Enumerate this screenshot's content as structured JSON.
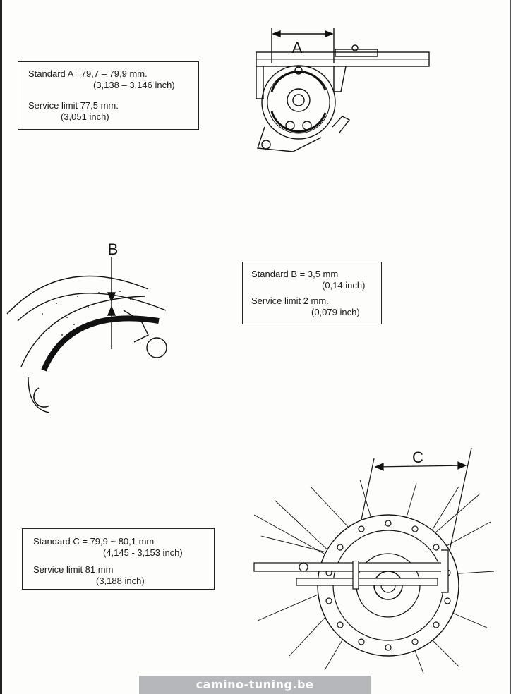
{
  "spec_a": {
    "standard": "Standard A =79,7 – 79,9 mm.",
    "standard_inch": "(3,138 – 3.146 inch)",
    "limit": "Service limit 77,5 mm.",
    "limit_inch": "(3,051 inch)"
  },
  "spec_b": {
    "standard": "Standard B = 3,5 mm",
    "standard_inch": "(0,14 inch)",
    "limit": "Service limit 2 mm.",
    "limit_inch": "(0,079 inch)"
  },
  "spec_c": {
    "standard": "Standard C = 79,9 ~ 80,1 mm",
    "standard_inch": "(4,145 - 3,153 inch)",
    "limit": "Service limit 81 mm",
    "limit_inch": "(3,188 inch)"
  },
  "figures": {
    "a_label": "A",
    "b_label": "B",
    "c_label": "C"
  },
  "watermark": "camino-tuning.be"
}
